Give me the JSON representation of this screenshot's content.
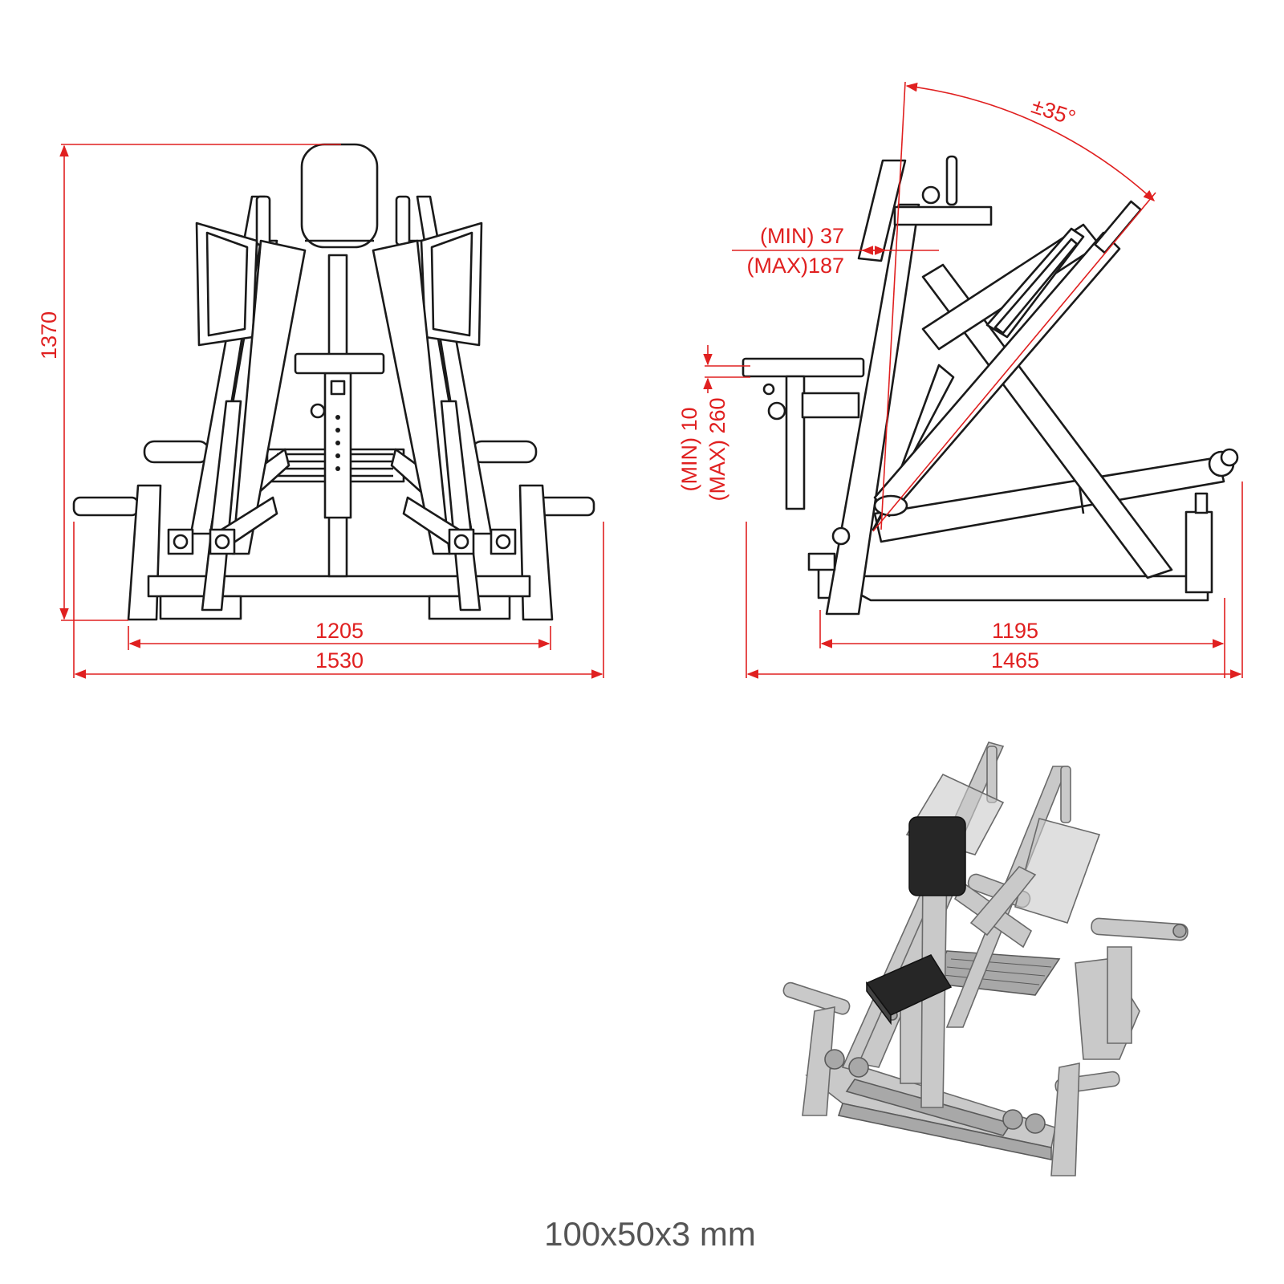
{
  "front_view": {
    "height_label": "1370",
    "inner_width_label": "1205",
    "outer_width_label": "1530"
  },
  "side_view": {
    "angle_label": "±35°",
    "backpad_min_label": "(MIN) 37",
    "backpad_max_label": "(MAX)187",
    "seat_min_label": "(MIN) 10",
    "seat_max_label": "(MAX) 260",
    "base_length_label": "1195",
    "total_length_label": "1465"
  },
  "caption": "100x50x3 mm",
  "colors": {
    "dimension": "#e02020",
    "outline": "#1a1a1a",
    "render_frame": "#c9c9c9",
    "pad": "#262626"
  }
}
